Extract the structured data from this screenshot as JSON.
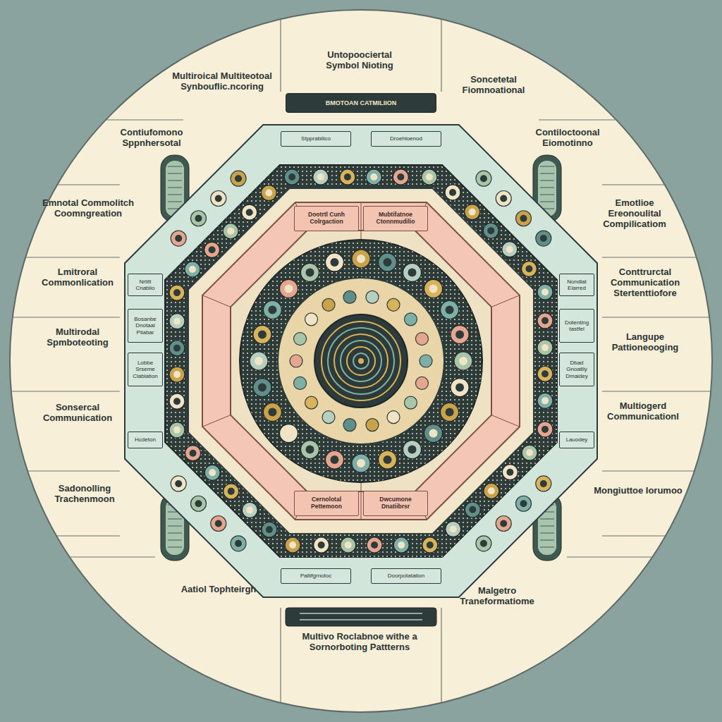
{
  "diagram": {
    "nodes": [
      {
        "text": [
          "BMOTOAN CATMILIION"
        ]
      },
      {
        "text": [
          "Stpprabilico"
        ]
      },
      {
        "text": [
          "Droehloenod"
        ]
      },
      {
        "text": [
          "Dootrtl Cunh Colrgaction"
        ]
      },
      {
        "text": [
          "Mubtifatnoe Ctonnmudilio"
        ]
      },
      {
        "text": [
          "Cernolotal Pettemoon"
        ]
      },
      {
        "text": [
          "Dwcumone Dnatiibrsr"
        ]
      },
      {
        "text": [
          "Bosanbe Dnotaal Pliabar"
        ]
      },
      {
        "text": [
          "Lobbe Srseme Clablation"
        ]
      },
      {
        "text": [
          "Dotenting tastfel"
        ]
      },
      {
        "text": [
          "Dbad Gnoatlly Dmaidey"
        ]
      },
      {
        "text": [
          "Nrtitt Cnabiio"
        ]
      },
      {
        "text": [
          "Nondiat Eiarred"
        ]
      },
      {
        "text": [
          "Hcdeton"
        ]
      },
      {
        "text": [
          "Lauodey"
        ]
      },
      {
        "text": [
          "Paltifgrnotoc"
        ]
      },
      {
        "text": [
          "Doorpotatation"
        ]
      }
    ],
    "labels": [
      "Untopoociertal Symbol Nioting",
      "Multiroical Multiteotoal Synbouflic.ncoring",
      "Soncetetal Fiomnoational",
      "Contiufomono Sppnhersotal",
      "Contiloctoonal Eiomotinno",
      "Emnotal Commolitch Coomngreation",
      "Emotlioe Ereonoulital Compilicatiom",
      "Lmitroral Commonlication",
      "Conttrurctal Communication Stertenttiofore",
      "Multirodal Spmboteoting",
      "Langupe Pattioneooging",
      "Sonsercal Communication",
      "Multiogerd Communicationl",
      "Sadonolling Trachenmoon",
      "Mongiuttoe Iorumoo",
      "Aatiol Tophteirgh",
      "Malgetro Traneformatiome",
      "Multivo Roclabnoe withe a Sornorboting Pattterns"
    ]
  }
}
